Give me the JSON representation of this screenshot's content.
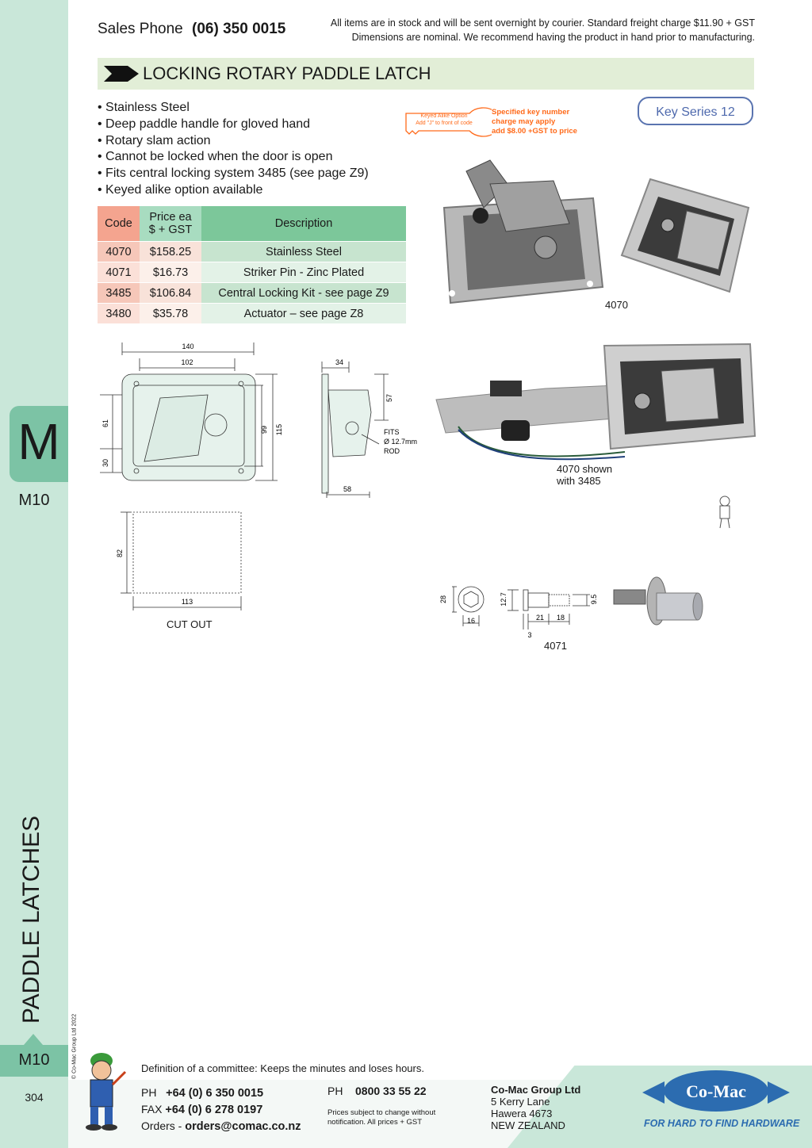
{
  "header": {
    "sales_label": "Sales Phone",
    "sales_number": "(06) 350 0015",
    "notice_line1": "All items are in stock and will be sent overnight by courier. Standard freight charge $11.90 + GST",
    "notice_line2": "Dimensions are nominal. We recommend having the product in hand prior to manufacturing."
  },
  "title": "LOCKING ROTARY PADDLE LATCH",
  "features": [
    "Stainless Steel",
    "Deep paddle handle for gloved hand",
    "Rotary slam action",
    "Cannot be locked when the door is open",
    "Fits central locking system 3485 (see page Z9)",
    "Keyed alike option available"
  ],
  "key_series": "Key Series 12",
  "keyed_alike": {
    "label_line1": "Keyed Alike Option",
    "label_line2": "Add \"J\" to front of code",
    "note_line1": "Specified key number",
    "note_line2": "charge may apply",
    "note_line3": "add $8.00 +GST to price"
  },
  "table": {
    "headers": {
      "code": "Code",
      "price_line1": "Price ea",
      "price_line2": "$ + GST",
      "description": "Description"
    },
    "rows": [
      {
        "code": "4070",
        "price": "$158.25",
        "description": "Stainless Steel"
      },
      {
        "code": "4071",
        "price": "$16.73",
        "description": "Striker Pin - Zinc Plated"
      },
      {
        "code": "3485",
        "price": "$106.84",
        "description": "Central Locking Kit  - see page Z9"
      },
      {
        "code": "3480",
        "price": "$35.78",
        "description": "Actuator – see page Z8"
      }
    ]
  },
  "captions": {
    "photo1": "4070",
    "photo2_line1": "4070 shown",
    "photo2_line2": "with 3485",
    "pin": "4071",
    "cutout": "CUT OUT"
  },
  "dimensions": {
    "front_width_outer": "140",
    "front_width_inner": "102",
    "front_left_upper": "61",
    "front_left_lower": "30",
    "front_height_inner": "99",
    "front_height_outer": "115",
    "side_top": "34",
    "side_right": "57",
    "side_bottom": "58",
    "fits_line1": "FITS",
    "fits_line2": "Ø 12.7mm",
    "fits_line3": "ROD",
    "cutout_height": "82",
    "cutout_width": "113",
    "pin_head_height": "28",
    "pin_head_width": "16",
    "pin_shank_height": "12.7",
    "pin_thread_height": "9.5",
    "pin_len1": "3",
    "pin_len2": "21",
    "pin_len3": "18"
  },
  "sidebar": {
    "letter": "M",
    "code": "M10",
    "section": "PADDLE LATCHES",
    "bottom_code": "M10",
    "page_number": "304",
    "copyright": "© Co-Mac Group Ltd 2022"
  },
  "footer": {
    "quote": "Definition of a committee: Keeps the minutes and loses hours.",
    "ph_label": "PH",
    "ph_number": "+64 (0) 6 350 0015",
    "fax_label": "FAX",
    "fax_number": "+64 (0) 6 278 0197",
    "orders_label": "Orders -",
    "orders_email": "orders@comac.co.nz",
    "ph2_label": "PH",
    "ph2_number": "0800 33 55 22",
    "note_line1": "Prices subject to change without",
    "note_line2": "notification. All prices + GST",
    "company": "Co-Mac Group Ltd",
    "address_line1": "5 Kerry Lane",
    "address_line2": "Hawera 4673",
    "address_line3": "NEW ZEALAND",
    "logo_text": "Co-Mac",
    "tagline": "FOR HARD TO FIND HARDWARE"
  },
  "colors": {
    "sidebar": "#c9e7d9",
    "accent_green": "#7cc3a5",
    "title_bar": "#e2eed7",
    "key_orange": "#ff6a1a",
    "key_badge": "#4e69ad",
    "logo_blue": "#2c6cb0"
  }
}
